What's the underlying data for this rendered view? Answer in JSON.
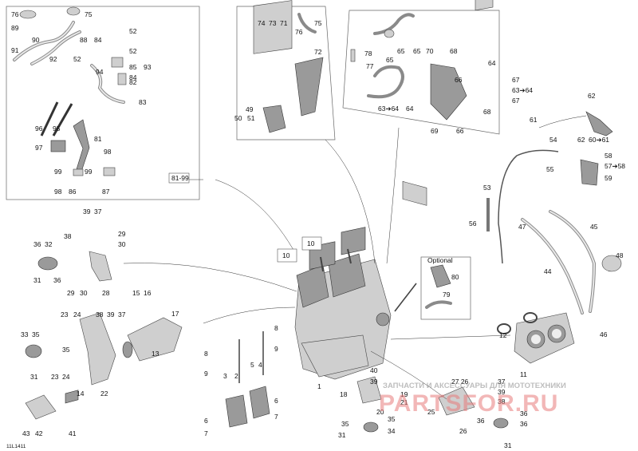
{
  "diagram_code": "11L1411",
  "watermark": {
    "tagline": "ЗАПЧАСТИ И АКСЕССУАРЫ ДЛЯ МОТОТЕХНИКИ",
    "brand": "PARTSFOR.RU"
  },
  "optional_label": "Optional",
  "callouts": {
    "c76a": "76",
    "c75a": "75",
    "c89": "89",
    "c90": "90",
    "c91": "91",
    "c92": "92",
    "c88": "88",
    "c84a": "84",
    "c52a": "52",
    "c52b": "52",
    "c85": "85",
    "c93": "93",
    "c82": "82",
    "c84b": "84",
    "c94": "94",
    "c83": "83",
    "c96": "96",
    "c95": "95",
    "c81": "81",
    "c97": "97",
    "c98a": "98",
    "c99a": "99",
    "c99b": "99",
    "c98b": "98",
    "c86": "86",
    "c87": "87",
    "c8199": "81-99",
    "c74": "74",
    "c73": "73",
    "c71": "71",
    "c75b": "75",
    "c76b": "76",
    "c72": "72",
    "c49": "49",
    "c50": "50",
    "c51": "51",
    "c65a": "65",
    "c65b": "65",
    "c78": "78",
    "c77": "77",
    "c70": "70",
    "c68a": "68",
    "c64a": "64",
    "c66a": "66",
    "c67a": "67",
    "c6364a": "63➔64",
    "c64b": "64",
    "c6364b": "63➔64",
    "c67b": "67",
    "c69": "69",
    "c66b": "66",
    "c68b": "68",
    "c62": "62",
    "c61": "61",
    "c54": "54",
    "c62b": "62",
    "c6061": "60➔61",
    "c58": "58",
    "c5758": "57➔58",
    "c55": "55",
    "c59": "59",
    "c53": "53",
    "c56": "56",
    "c47": "47",
    "c45": "45",
    "c48": "48",
    "c44": "44",
    "c46": "46",
    "c12": "12",
    "c11": "11",
    "c39a": "39",
    "c37a": "37",
    "c38a": "38",
    "c29a": "29",
    "c36a": "36",
    "c32": "32",
    "c30a": "30",
    "c31a": "31",
    "c36b": "36",
    "c28": "28",
    "c29b": "29",
    "c30b": "30",
    "c15": "15",
    "c16": "16",
    "c17": "17",
    "c23a": "23",
    "c24a": "24",
    "c38b": "38",
    "c39b": "39",
    "c37b": "37",
    "c33": "33",
    "c35a": "35",
    "c13": "13",
    "c23b": "23",
    "c24b": "24",
    "c31b": "31",
    "c14": "14",
    "c22": "22",
    "c43": "43",
    "c42": "42",
    "c41": "41",
    "c10a": "10",
    "c10b": "10",
    "c80": "80",
    "c79": "79",
    "c1": "1",
    "c8a": "8",
    "c9a": "9",
    "c8b": "8",
    "c9b": "9",
    "c3": "3",
    "c2": "2",
    "c5": "5",
    "c4": "4",
    "c6a": "6",
    "c6b": "6",
    "c7a": "7",
    "c7b": "7",
    "c40": "40",
    "c39c": "39",
    "c18": "18",
    "c19": "19",
    "c21": "21",
    "c20": "20",
    "c35b": "35",
    "c35c": "35",
    "c34": "34",
    "c31c": "31",
    "c2726": "27 26",
    "c37c": "37",
    "c39d": "39",
    "c38c": "38",
    "c25": "25",
    "c36c": "36",
    "c26": "26",
    "c36d": "36",
    "c31d": "31"
  }
}
